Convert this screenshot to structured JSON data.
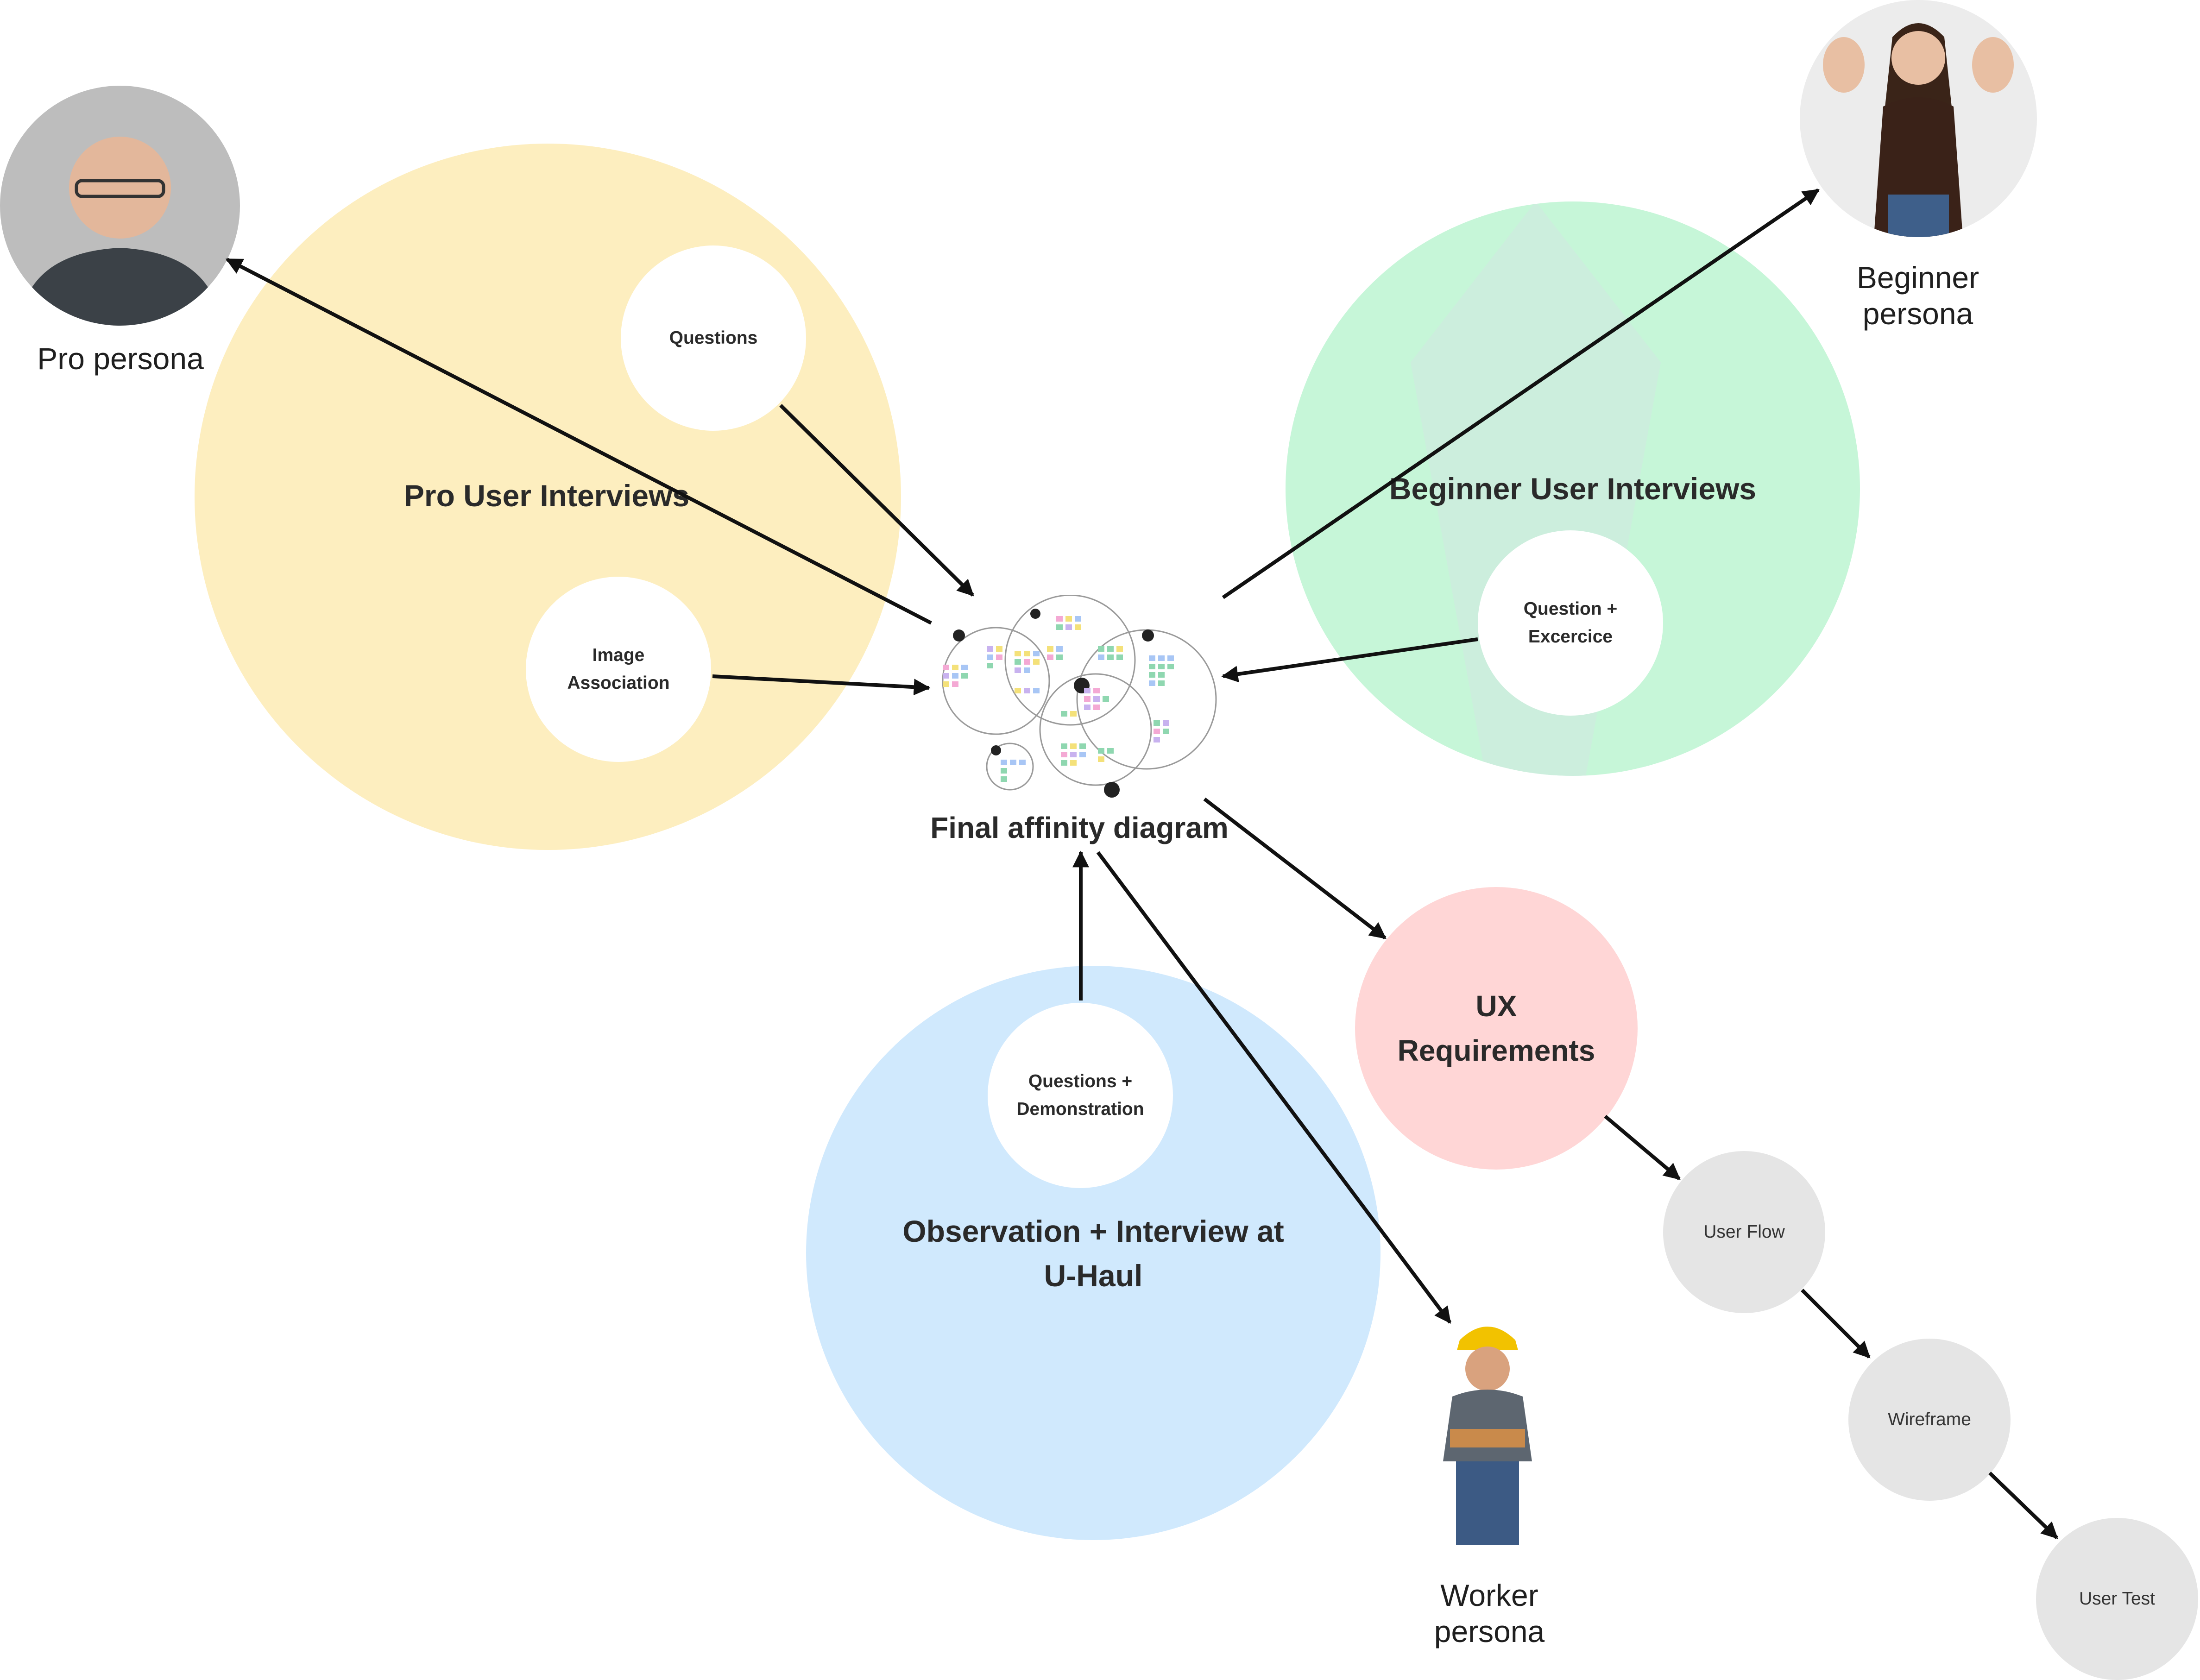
{
  "groups": {
    "pro": {
      "title": "Pro User Interviews",
      "color": "#fdeebf"
    },
    "beginner": {
      "title": "Beginner User Interviews",
      "color": "#c6f6d8"
    },
    "observation": {
      "title_line1": "Observation + Interview at",
      "title_line2": "U-Haul",
      "color": "#d0e9fd"
    }
  },
  "methods": {
    "questions": "Questions",
    "image_association_line1": "Image",
    "image_association_line2": "Association",
    "question_exercise_line1": "Question +",
    "question_exercise_line2": "Excercice",
    "questions_demo_line1": "Questions +",
    "questions_demo_line2": "Demonstration"
  },
  "center": {
    "label": "Final affinity diagram"
  },
  "personas": {
    "pro": {
      "label": "Pro persona"
    },
    "beginner": {
      "label_line1": "Beginner",
      "label_line2": "persona"
    },
    "worker": {
      "label_line1": "Worker",
      "label_line2": "persona"
    }
  },
  "process": {
    "ux_line1": "UX",
    "ux_line2": "Requirements",
    "ux_color": "#ffd6d6",
    "steps": [
      "User Flow",
      "Wireframe",
      "User Test"
    ],
    "step_color": "#e5e5e5"
  }
}
